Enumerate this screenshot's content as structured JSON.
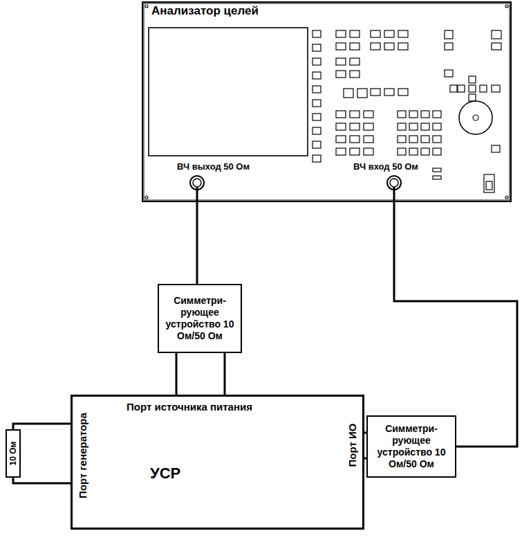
{
  "diagram": {
    "nodes": [
      {
        "text": [
          "Анализатор целей"
        ]
      },
      {
        "text": [
          "Симметри- рующее устройство 10 Ом/50 Ом"
        ]
      },
      {
        "text": [
          "Порт источника питания",
          "УСР",
          "Порт генератора",
          "Порт ИО"
        ]
      },
      {
        "text": [
          "Симметри- рующее устройство 10 Ом/50 Ом"
        ]
      },
      {
        "text": [
          "10 Ом"
        ]
      }
    ],
    "edges": [
      {
        "from": 0,
        "to": 1,
        "arrow": "none"
      },
      {
        "from": 1,
        "to": 2,
        "arrow": "none"
      },
      {
        "from": 2,
        "to": 3,
        "arrow": "none"
      },
      {
        "from": 3,
        "to": 0,
        "arrow": "none"
      },
      {
        "from": 4,
        "to": 2,
        "arrow": "none"
      }
    ],
    "labels": [
      "ВЧ выход 50 Ом",
      "ВЧ вход 50 Ом"
    ]
  }
}
